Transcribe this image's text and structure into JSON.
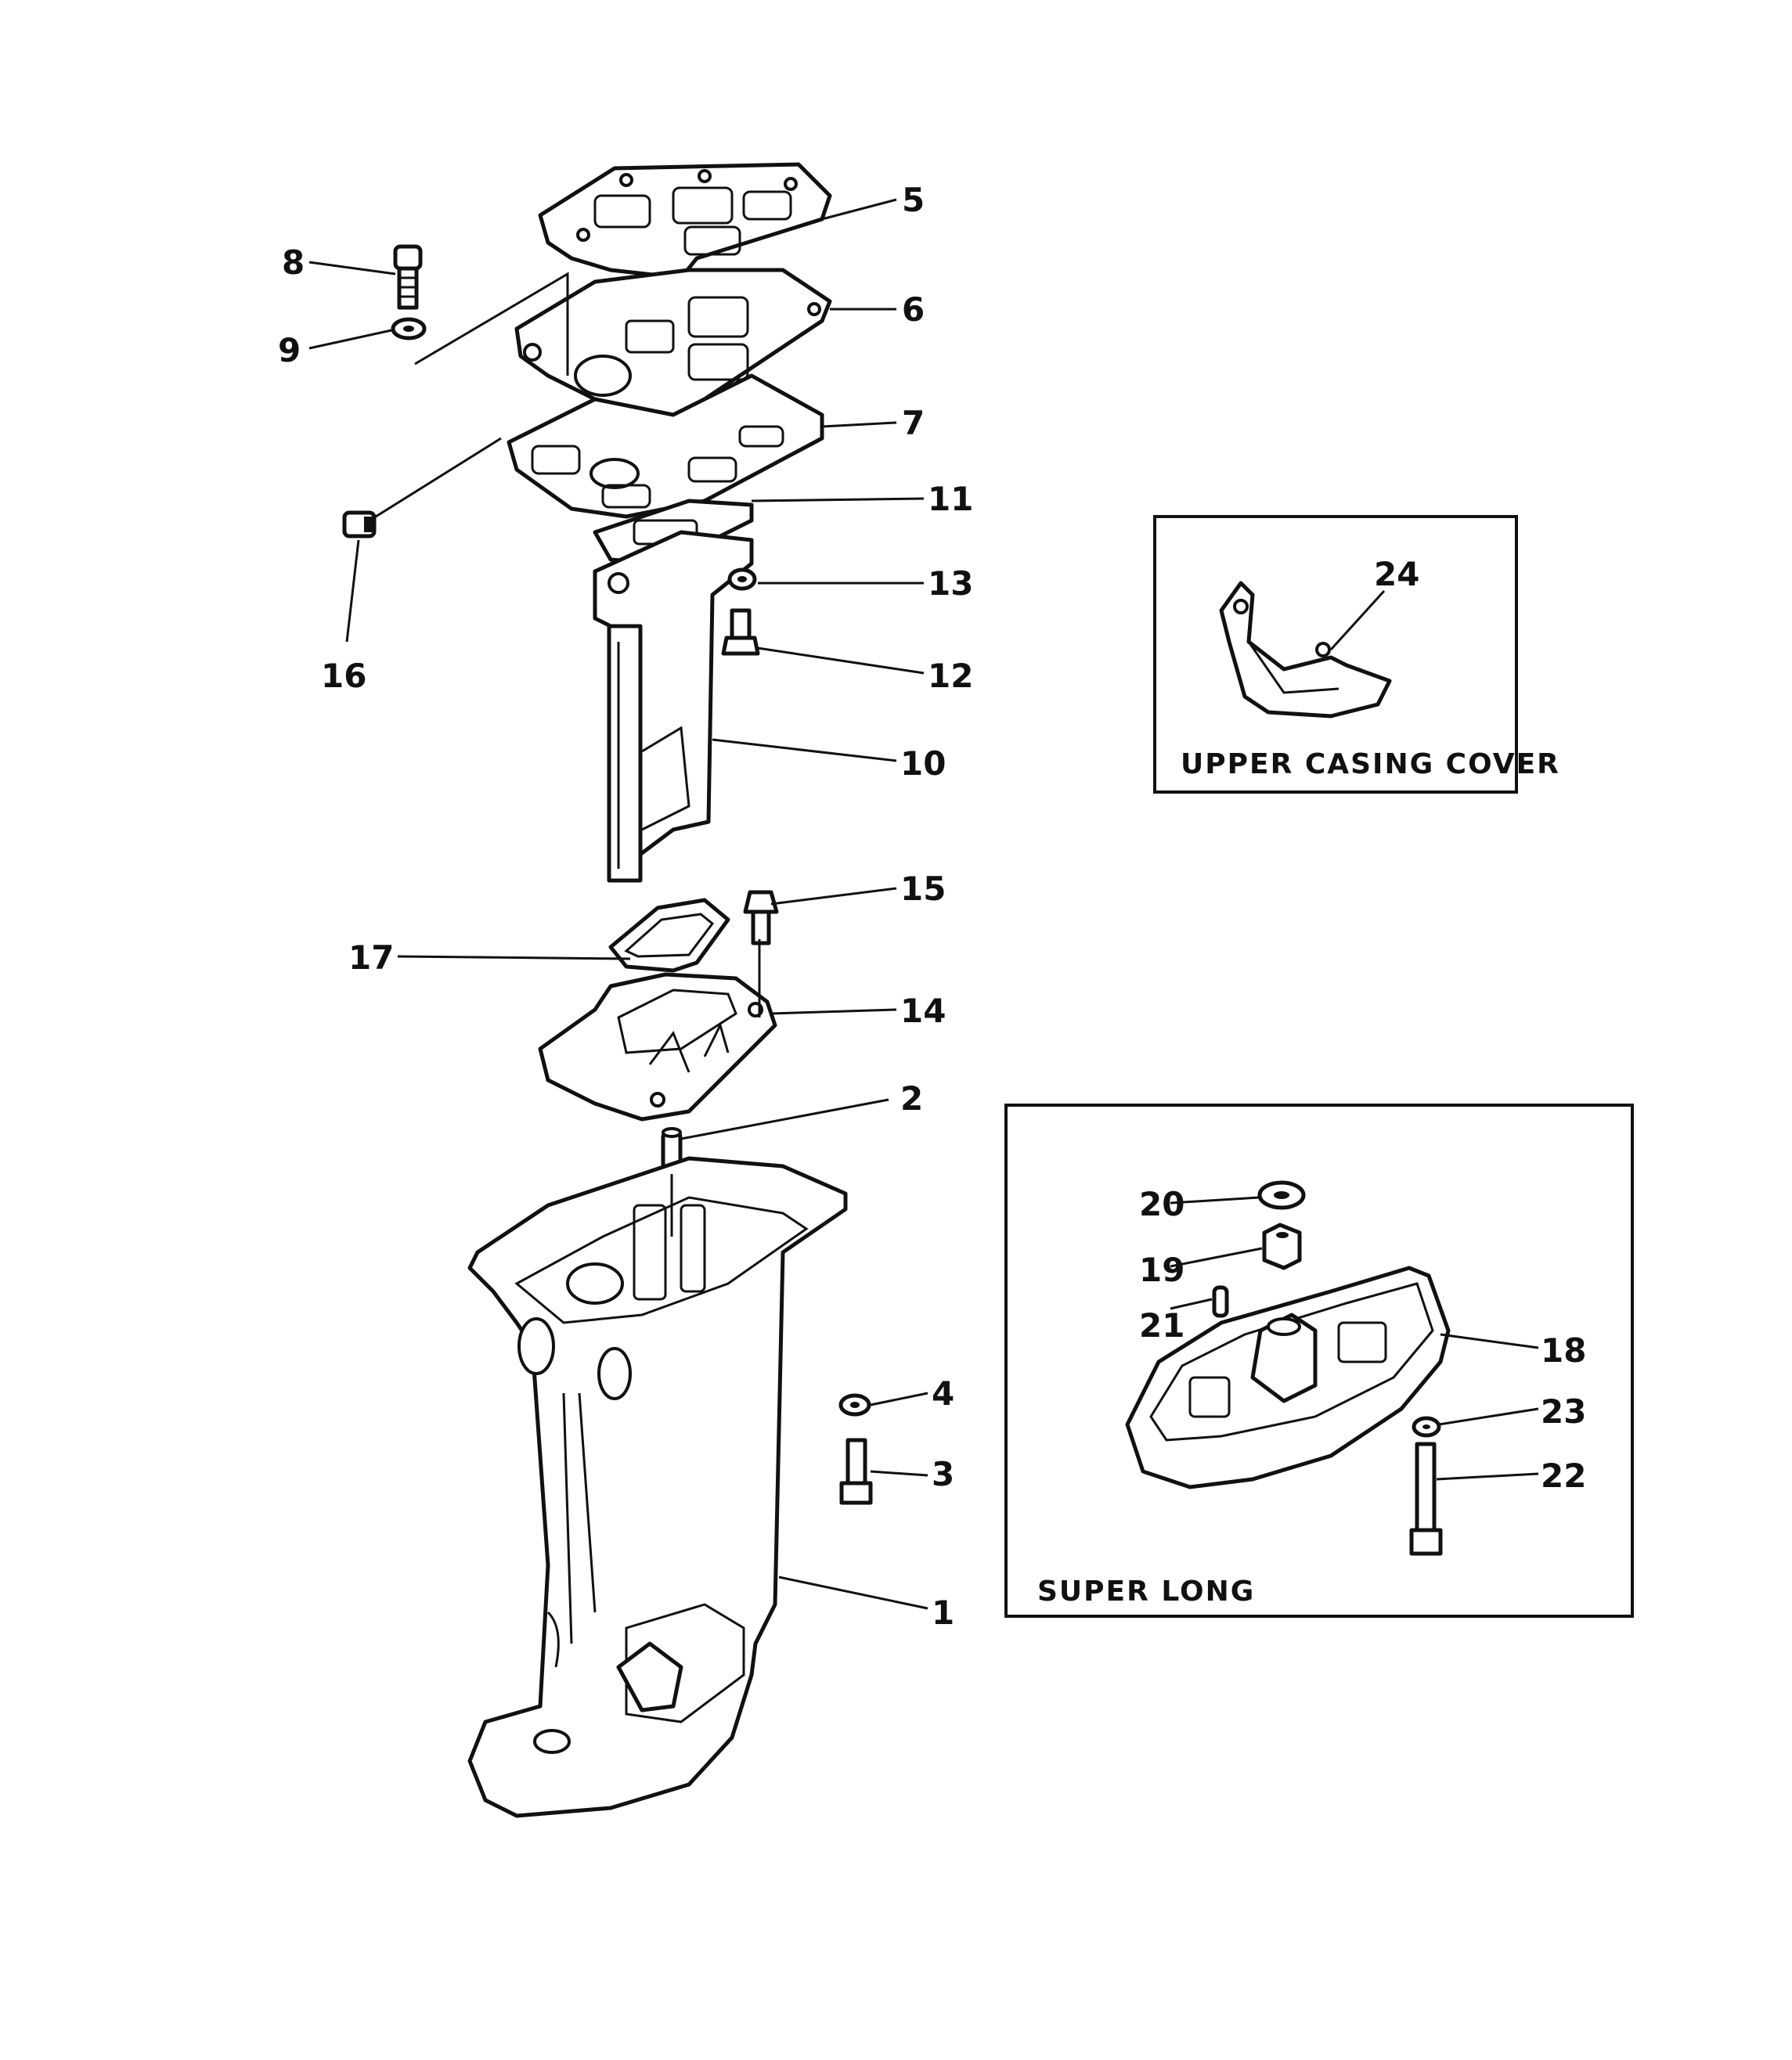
{
  "diagram": {
    "callouts": [
      "1",
      "2",
      "3",
      "4",
      "5",
      "6",
      "7",
      "8",
      "9",
      "10",
      "11",
      "12",
      "13",
      "14",
      "15",
      "16",
      "17",
      "18",
      "19",
      "20",
      "21",
      "22",
      "23",
      "24"
    ],
    "insets": {
      "upper_casing_cover": {
        "title": "UPPER CASING COVER"
      },
      "super_long": {
        "title": "SUPER LONG"
      }
    }
  },
  "colors": {
    "ink": "#111111",
    "paper": "#ffffff"
  }
}
